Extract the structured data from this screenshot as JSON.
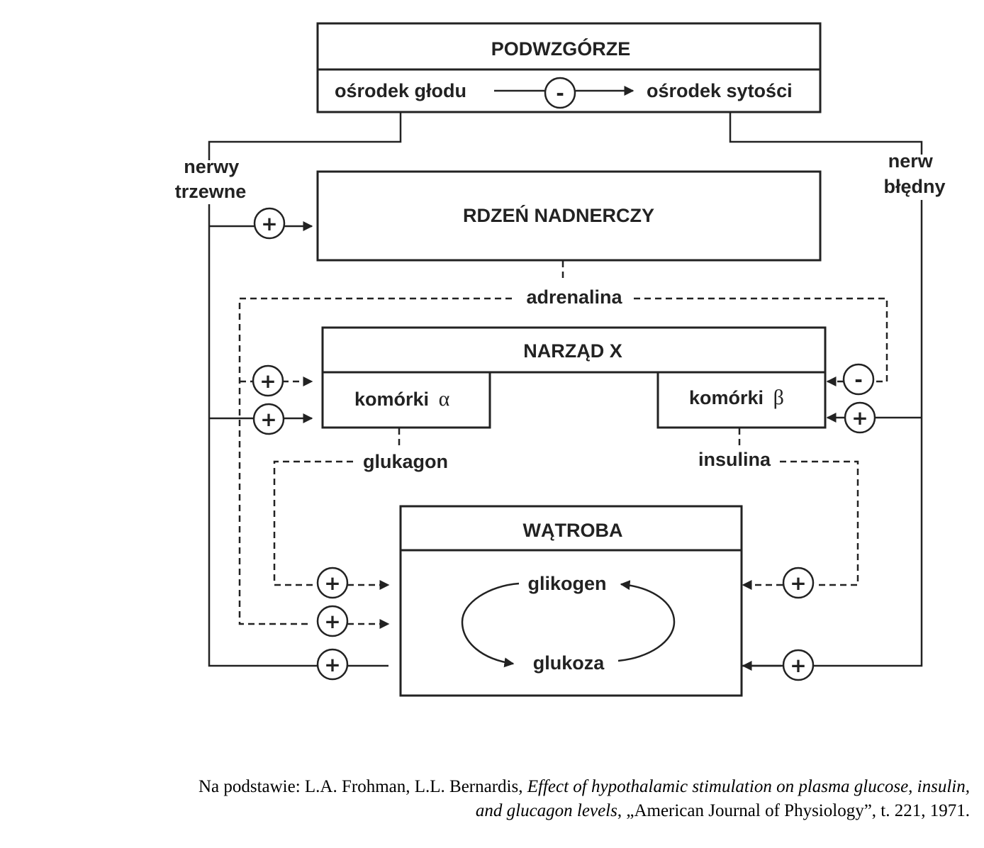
{
  "diagram": {
    "hypothalamus": {
      "title": "PODWZGÓRZE",
      "hunger_center": "ośrodek głodu",
      "satiety_center": "ośrodek sytości"
    },
    "nerves": {
      "splanchnic_line1": "nerwy",
      "splanchnic_line2": "trzewne",
      "vagus_line1": "nerw",
      "vagus_line2": "błędny"
    },
    "adrenal": {
      "title": "RDZEŃ NADNERCZY",
      "hormone": "adrenalina"
    },
    "organ_x": {
      "title": "NARZĄD X",
      "alpha_cells_text": "komórki",
      "alpha_symbol": "α",
      "beta_cells_text": "komórki",
      "beta_symbol": "β",
      "glucagon": "glukagon",
      "insulin": "insulina"
    },
    "liver": {
      "title": "WĄTROBA",
      "glycogen": "glikogen",
      "glucose": "glukoza"
    },
    "signs": {
      "plus": "+",
      "minus": "-"
    }
  },
  "citation": {
    "prefix": "Na podstawie: L.A. Frohman, L.L. Bernardis, ",
    "title_part1": "Effect of hypothalamic stimulation on plasma glucose, insulin,",
    "title_part2": "and glucagon levels",
    "suffix": ", „American Journal of Physiology”, t. 221, 1971."
  }
}
